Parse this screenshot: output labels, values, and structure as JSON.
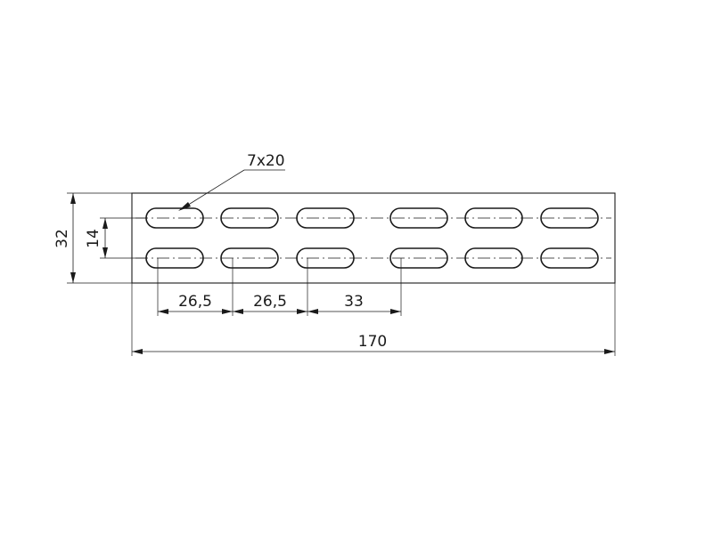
{
  "drawing": {
    "slot_callout": "7x20",
    "dimensions": {
      "overall_length": "170",
      "overall_height": "32",
      "slot_row_spacing": "14",
      "pitch_1": "26,5",
      "pitch_2": "26,5",
      "pitch_3": "33"
    },
    "slots_per_row": 6,
    "rows": 2
  }
}
